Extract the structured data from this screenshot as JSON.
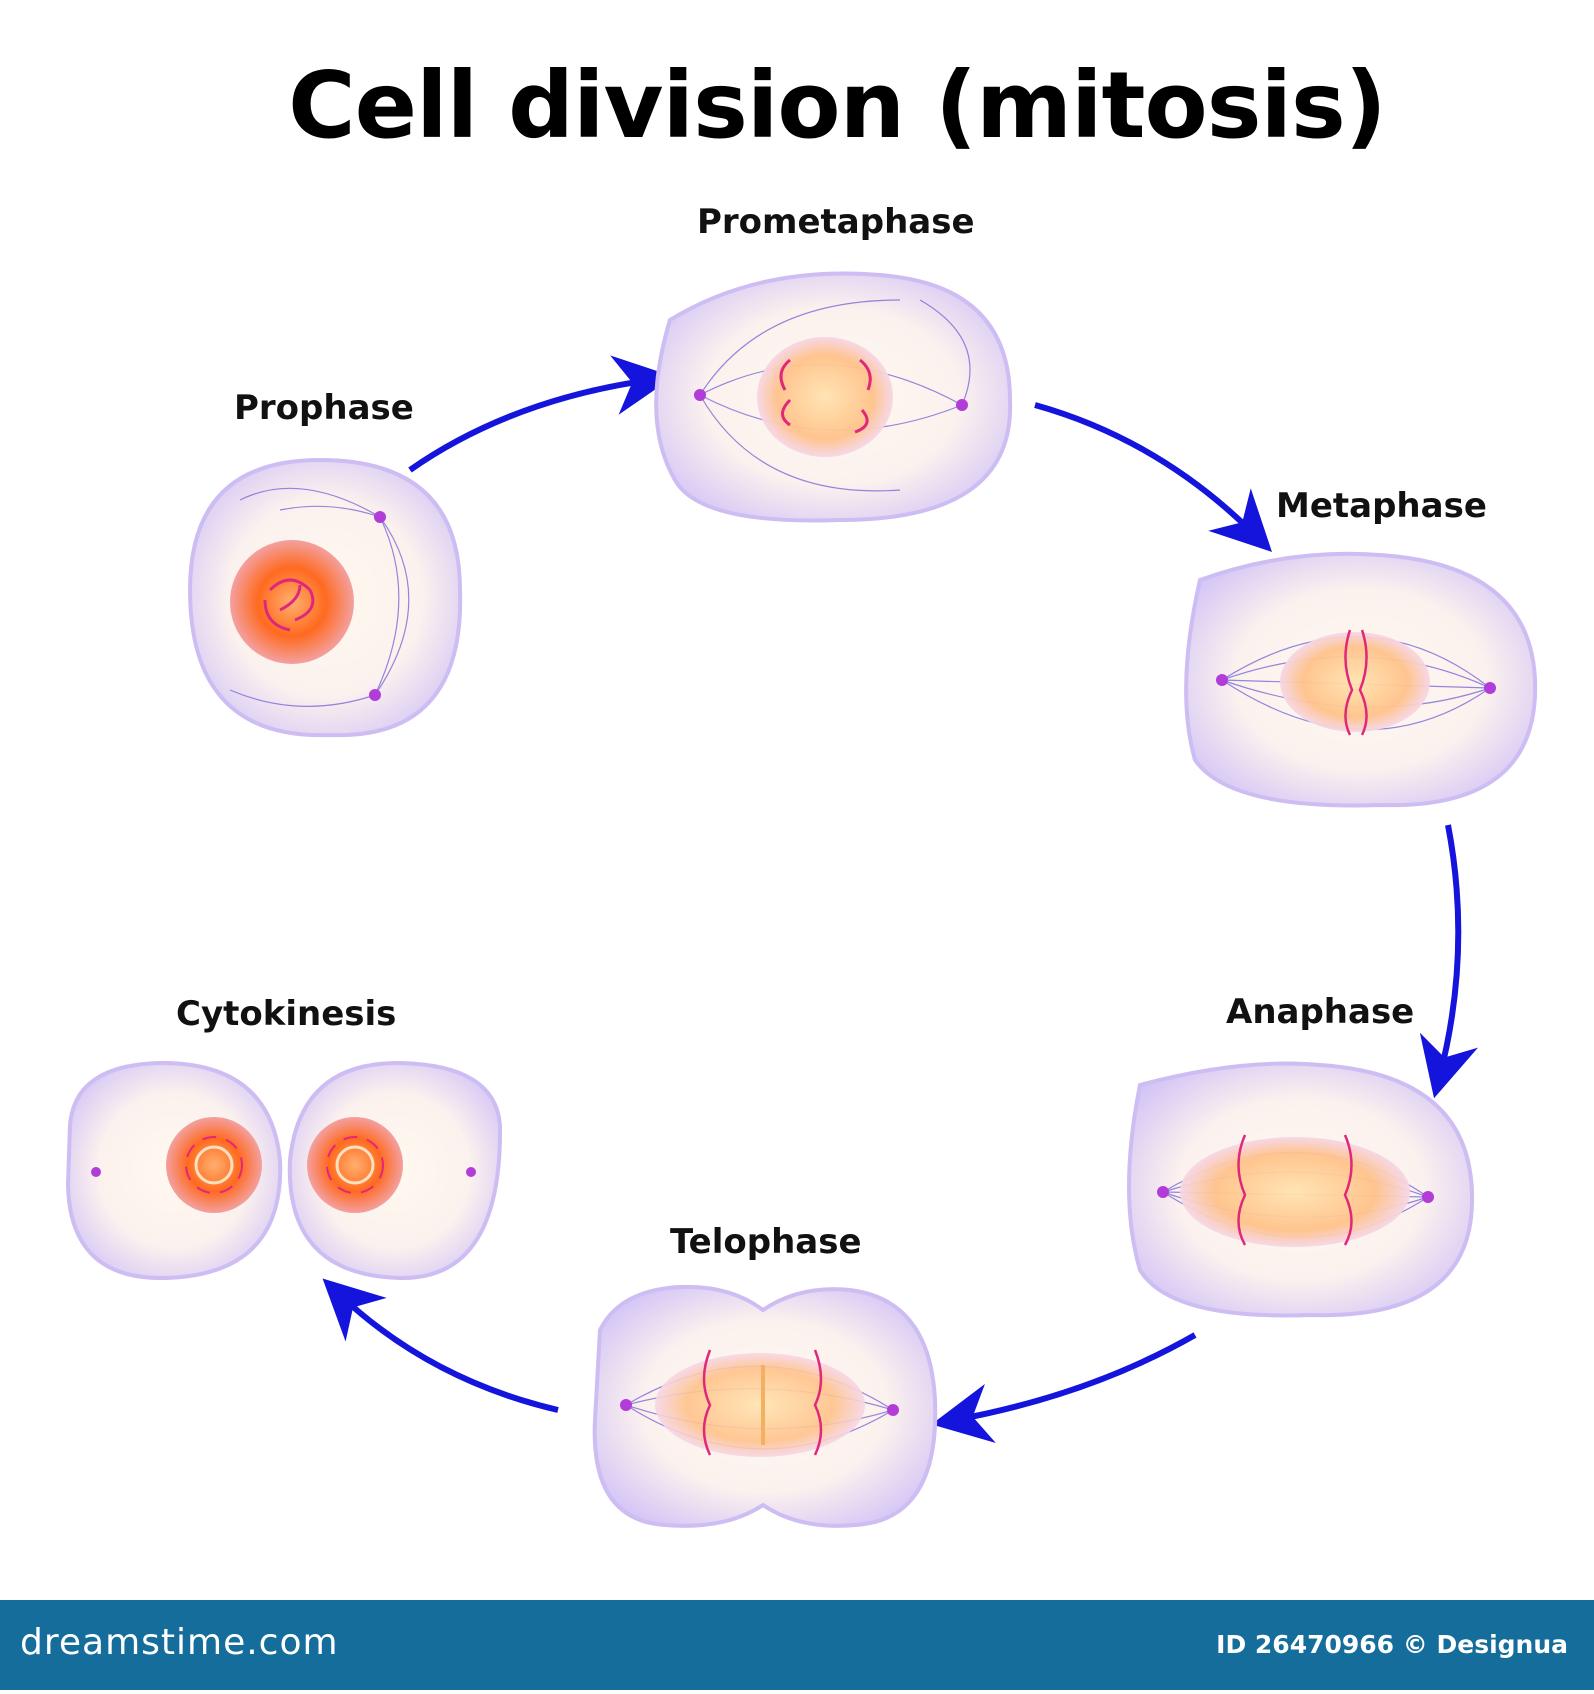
{
  "title": "Cell division (mitosis)",
  "stages": [
    {
      "label": "Prophase"
    },
    {
      "label": "Prometaphase"
    },
    {
      "label": "Metaphase"
    },
    {
      "label": "Anaphase"
    },
    {
      "label": "Telophase"
    },
    {
      "label": "Cytokinesis"
    }
  ],
  "footer": {
    "site": "dreamstime.com",
    "credit": "ID 26470966 © Designua"
  },
  "colors": {
    "cell_membrane": "#d9ccf7",
    "cytoplasm": "#fdf3e6",
    "nucleus": "#ff6a1f",
    "chromosome": "#e0287a",
    "centrosome": "#b23cd8",
    "spindle": "#6a5acd",
    "arrow": "#1414dc",
    "footer_bg": "#156d9c"
  }
}
